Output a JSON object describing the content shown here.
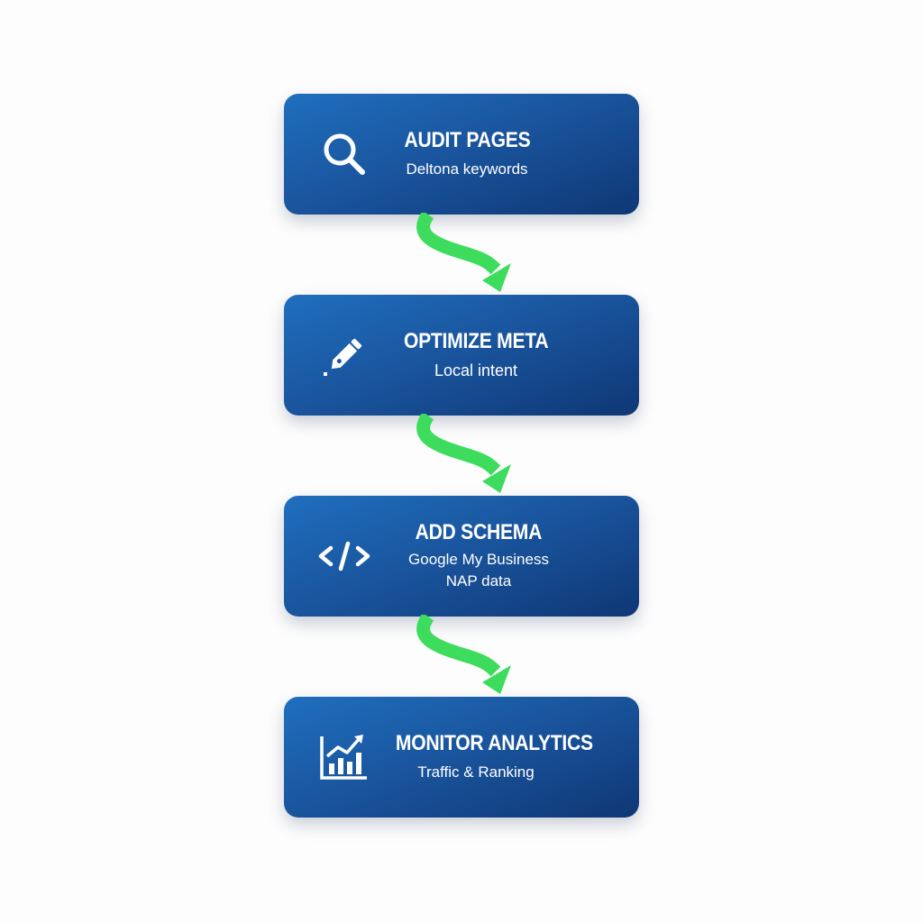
{
  "steps": [
    {
      "title": "AUDIT PAGES",
      "subtitle": "Deltona keywords",
      "icon": "search-icon"
    },
    {
      "title": "OPTIMIZE META",
      "subtitle": "Local intent",
      "icon": "pencil-icon"
    },
    {
      "title": "ADD SCHEMA",
      "subtitle_line1": "Google My Business",
      "subtitle_line2": "NAP data",
      "icon": "code-icon"
    },
    {
      "title": "MONITOR ANALYTICS",
      "subtitle": "Traffic & Ranking",
      "icon": "chart-trend-icon"
    }
  ],
  "colors": {
    "box_top": "#1f6fbe",
    "box_bottom": "#0f3775",
    "arrow": "#3ddc5c",
    "background": "#fdfdfd"
  }
}
